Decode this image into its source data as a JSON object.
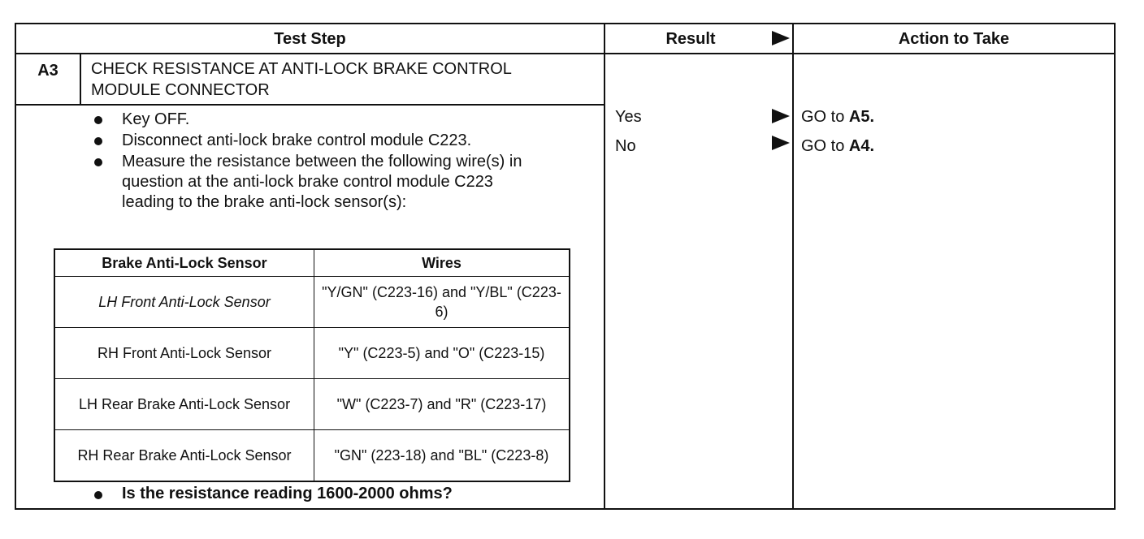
{
  "headers": {
    "test_step": "Test Step",
    "result": "Result",
    "action": "Action to Take"
  },
  "step": {
    "id": "A3",
    "title_line1": "CHECK RESISTANCE AT ANTI-LOCK BRAKE CONTROL",
    "title_line2": "MODULE CONNECTOR",
    "bullets": [
      "Key OFF.",
      "Disconnect anti-lock brake control module C223.",
      "Measure the resistance between the following wire(s) in question at the anti-lock brake control module C223 leading to the brake anti-lock sensor(s):"
    ],
    "table": {
      "headers": [
        "Brake Anti-Lock Sensor",
        "Wires"
      ],
      "rows": [
        [
          "LH Front Anti-Lock Sensor",
          "\"Y/GN\" (C223-16) and \"Y/BL\" (C223-6)"
        ],
        [
          "RH Front Anti-Lock Sensor",
          "\"Y\" (C223-5) and \"O\" (C223-15)"
        ],
        [
          "LH Rear Brake Anti-Lock Sensor",
          "\"W\" (C223-7) and \"R\" (C223-17)"
        ],
        [
          "RH Rear Brake Anti-Lock Sensor",
          "\"GN\" (223-18) and \"BL\" (C223-8)"
        ]
      ]
    },
    "question": "Is the resistance reading 1600-2000 ohms?"
  },
  "results": [
    {
      "label": "Yes",
      "action_prefix": "GO to ",
      "action_target": "A5."
    },
    {
      "label": "No",
      "action_prefix": "GO to ",
      "action_target": "A4."
    }
  ]
}
